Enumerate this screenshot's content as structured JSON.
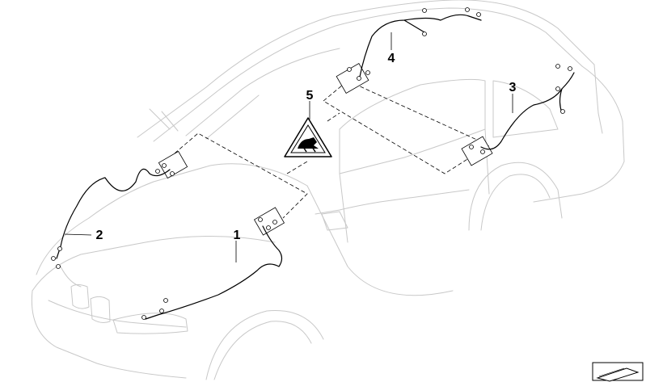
{
  "callouts": [
    {
      "id": "1",
      "label": "1"
    },
    {
      "id": "2",
      "label": "2"
    },
    {
      "id": "3",
      "label": "3"
    },
    {
      "id": "4",
      "label": "4"
    },
    {
      "id": "5",
      "label": "5"
    }
  ],
  "colors": {
    "outline": "#c8c8c8",
    "line": "#000000",
    "background": "#ffffff"
  },
  "icons": {
    "part5": "warning-triangle-icon",
    "corner": "document-corner-icon"
  }
}
